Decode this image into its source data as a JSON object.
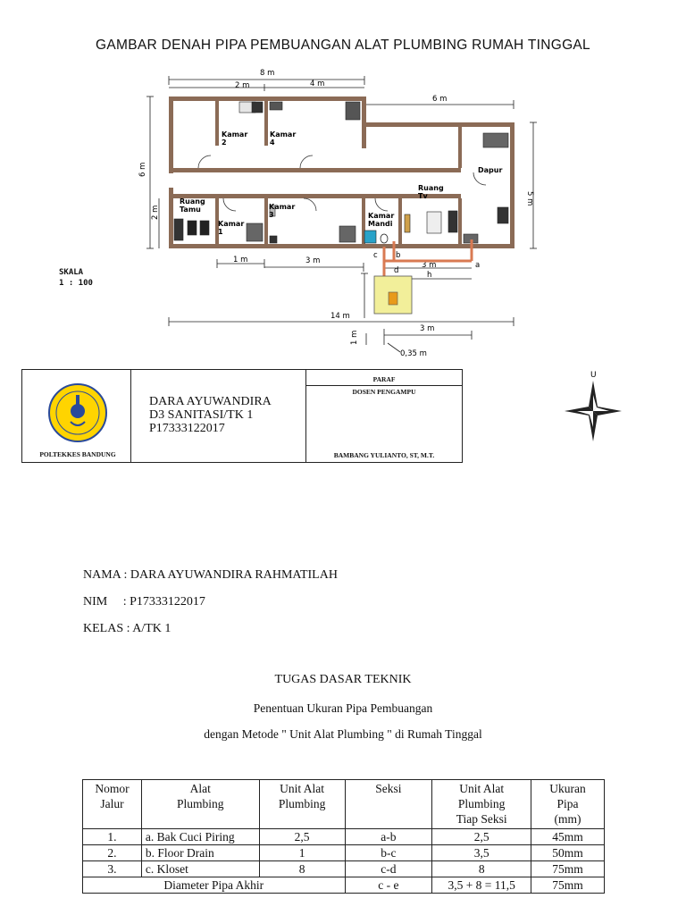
{
  "title": "GAMBAR DENAH PIPA PEMBUANGAN ALAT PLUMBING RUMAH TINGGAL",
  "plan": {
    "dims": {
      "total_width": "8 m",
      "d2": "2 m",
      "d4": "4 m",
      "d6": "6 m",
      "height_left": "6 m",
      "height_left_lower": "2 m",
      "height_right": "5 m",
      "bottom_1": "1 m",
      "bottom_3": "3 m",
      "pipe_3": "3 m",
      "pipe_h": "h",
      "v14": "14 m",
      "bottom_3b": "3 m",
      "v1": "1 m",
      "d035": "0,35 m"
    },
    "rooms": {
      "kamar2": [
        "Kamar",
        "2"
      ],
      "kamar4": [
        "Kamar",
        "4"
      ],
      "dapur": "Dapur",
      "ruang_tv": [
        "Ruang",
        "Tv"
      ],
      "ruang_tamu": [
        "Ruang",
        "Tamu"
      ],
      "kamar1": [
        "Kamar",
        "1"
      ],
      "kamar3": [
        "Kamar",
        "3"
      ],
      "kamar_mandi": [
        "Kamar",
        "Mandi"
      ]
    },
    "points": {
      "a": "a",
      "b": "b",
      "c": "c",
      "d": "d"
    },
    "colors": {
      "wall": "#8b6b56",
      "pipe": "#d97a52",
      "tank": "#f2ef9a",
      "tank_inner": "#e89a1a",
      "bath": "#29a3c9"
    }
  },
  "skala": [
    "SKALA",
    "1 : 100"
  ],
  "title_block": {
    "logo_icon": "poltekkes-bandung-logo",
    "logo_caption": "POLTEKKES BANDUNG",
    "name_lines": [
      "DARA AYUWANDIRA",
      "D3 SANITASI/TK 1",
      "P17333122017"
    ],
    "paraf": "PARAF",
    "dosen": "DOSEN PENGAMPU",
    "lecturer": "BAMBANG YULIANTO, ST, M.T."
  },
  "compass": {
    "icon": "compass-rose-icon",
    "north_label": "U"
  },
  "info": {
    "nama": "NAMA : DARA AYUWANDIRA RAHMATILAH",
    "nim": "NIM     : P17333122017",
    "kelas": "KELAS : A/TK 1"
  },
  "heading": {
    "tugas": "TUGAS DASAR TEKNIK",
    "line1": "Penentuan Ukuran Pipa Pembuangan",
    "line2": "dengan Metode \" Unit Alat Plumbing \" di Rumah Tinggal"
  },
  "table": {
    "headers": [
      [
        "Nomor",
        "Jalur"
      ],
      [
        "Alat",
        "Plumbing"
      ],
      [
        "Unit Alat",
        "Plumbing"
      ],
      [
        "Seksi"
      ],
      [
        "Unit Alat",
        "Plumbing",
        "Tiap Seksi"
      ],
      [
        "Ukuran",
        "Pipa",
        "(mm)"
      ]
    ],
    "rows": [
      [
        "1.",
        "a. Bak Cuci Piring",
        "2,5",
        "a-b",
        "2,5",
        "45mm"
      ],
      [
        "2.",
        "b. Floor Drain",
        "1",
        "b-c",
        "3,5",
        "50mm"
      ],
      [
        "3.",
        "c. Kloset",
        "8",
        "c-d",
        "8",
        "75mm"
      ]
    ],
    "footer": [
      "Diameter Pipa Akhir",
      "c - e",
      "3,5 + 8 = 11,5",
      "75mm"
    ]
  }
}
